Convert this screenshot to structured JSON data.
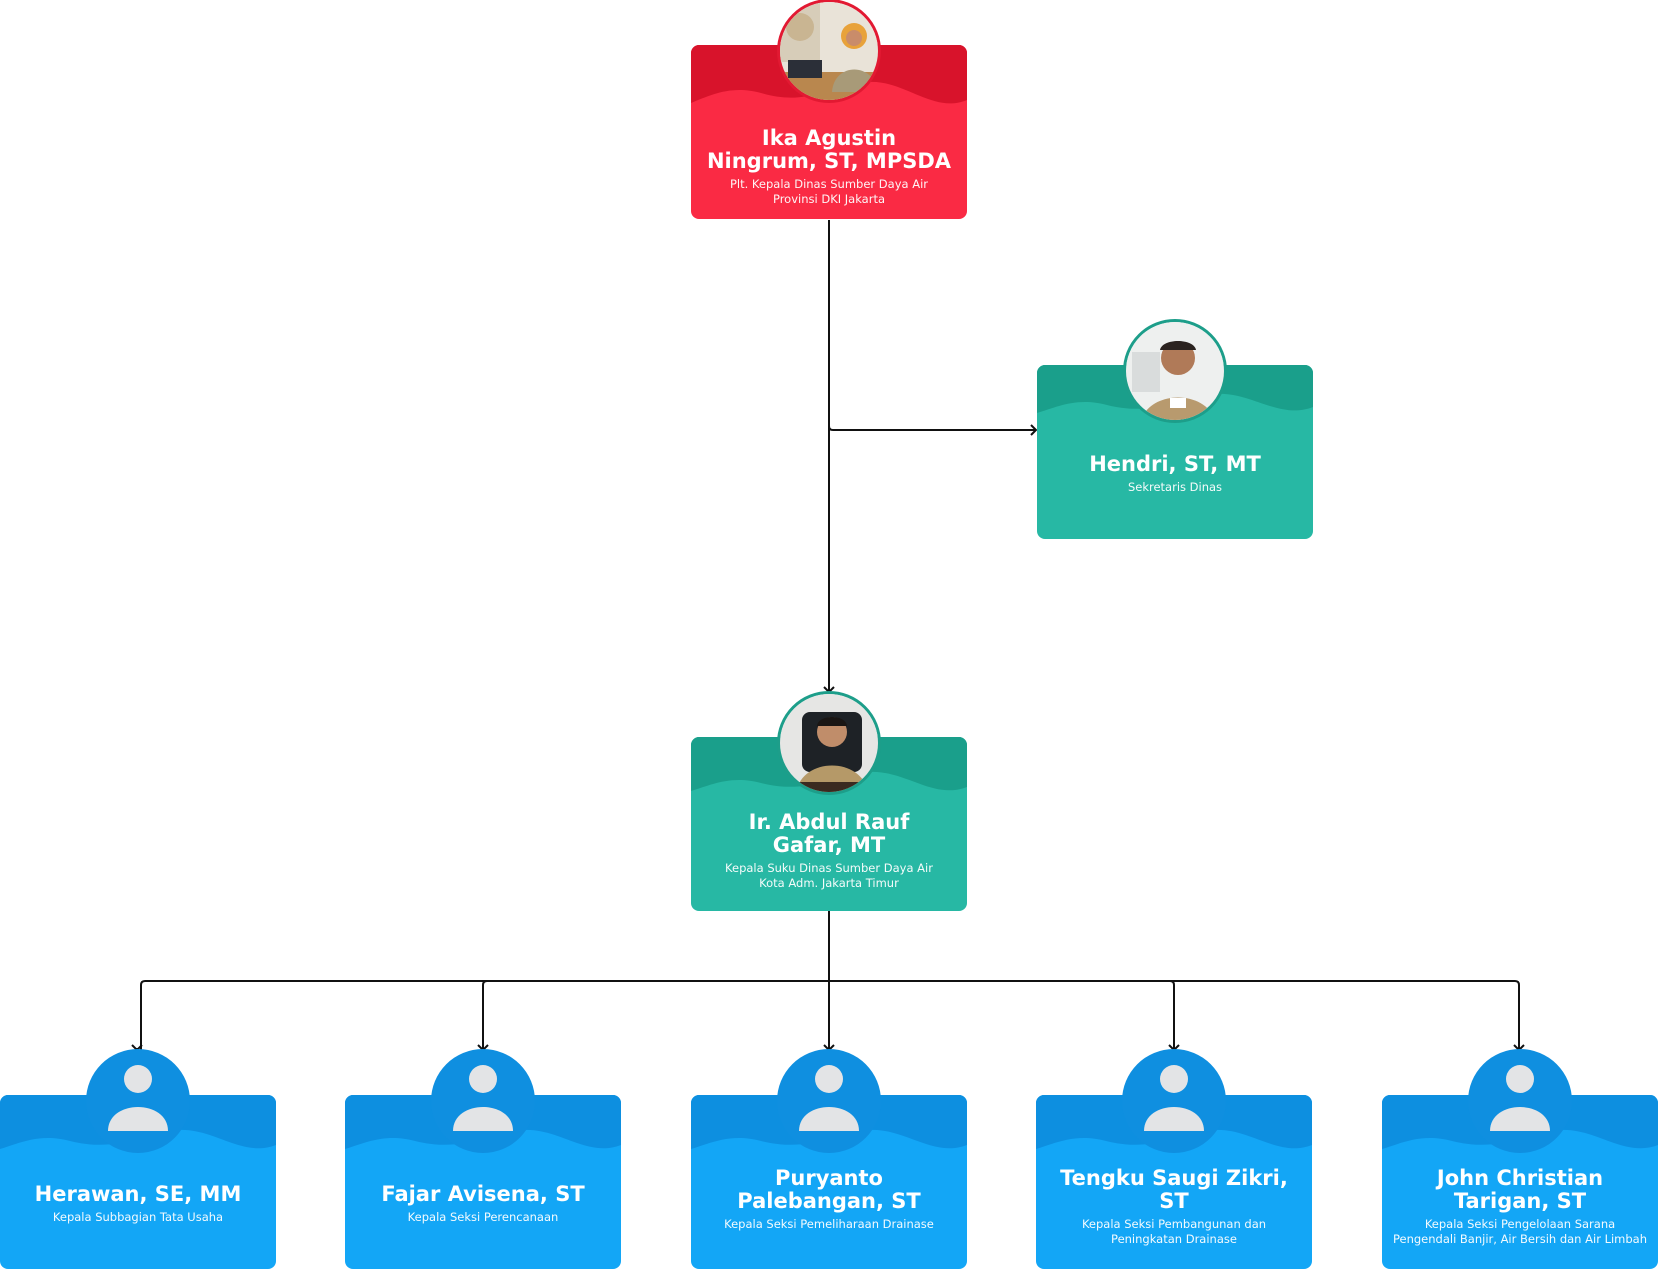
{
  "colors": {
    "red_main": "#fa2a44",
    "red_dark": "#d8132b",
    "teal_main": "#27b8a4",
    "teal_dark": "#1a9f8b",
    "blue_main": "#13a6f6",
    "blue_dark": "#0d8fe0",
    "connector": "#111111"
  },
  "head": {
    "name": "Ika Agustin\nNingrum, ST, MPSDA",
    "role": "Plt. Kepala Dinas Sumber Daya Air\nProvinsi DKI Jakarta",
    "photo": "photo-woman-at-desk"
  },
  "secretary": {
    "name": "Hendri, ST, MT",
    "role": "Sekretaris Dinas",
    "photo": "photo-man-in-uniform"
  },
  "suku_dinas": {
    "name": "Ir. Abdul Rauf\nGafar, MT",
    "role": "Kepala Suku Dinas Sumber Daya Air\nKota Adm. Jakarta Timur",
    "photo": "photo-man-at-desk"
  },
  "sections": [
    {
      "name": "Herawan, SE, MM",
      "role": "Kepala Subbagian Tata Usaha",
      "icon": "user-placeholder-icon"
    },
    {
      "name": "Fajar Avisena, ST",
      "role": "Kepala Seksi Perencanaan",
      "icon": "user-placeholder-icon"
    },
    {
      "name": "Puryanto\nPalebangan, ST",
      "role": "Kepala Seksi Pemeliharaan Drainase",
      "icon": "user-placeholder-icon"
    },
    {
      "name": "Tengku Saugi Zikri, ST",
      "role": "Kepala Seksi Pembangunan dan\nPeningkatan Drainase",
      "icon": "user-placeholder-icon"
    },
    {
      "name": "John Christian\nTarigan, ST",
      "role": "Kepala Seksi Pengelolaan Sarana\nPengendali Banjir, Air Bersih dan Air Limbah",
      "icon": "user-placeholder-icon"
    }
  ]
}
